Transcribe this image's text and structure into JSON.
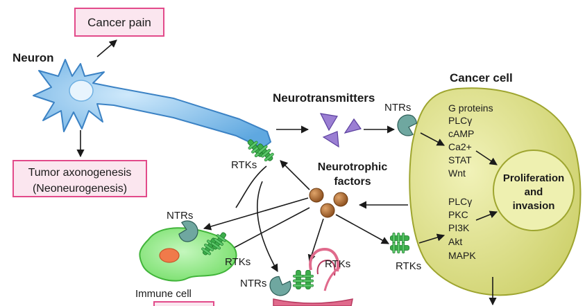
{
  "boxes": {
    "cancer_pain": "Cancer pain",
    "axonogenesis_line1": "Tumor axonogenesis",
    "axonogenesis_line2": "(Neoneurogenesis)"
  },
  "labels": {
    "neuron": "Neuron",
    "cancer_cell": "Cancer cell",
    "neurotransmitters": "Neurotransmitters",
    "neurotrophic_line1": "Neurotrophic",
    "neurotrophic_line2": "factors",
    "ntrs_cancer": "NTRs",
    "rtks_neuron": "RTKs",
    "ntrs_immune": "NTRs",
    "rtks_immune": "RTKs",
    "immune_cell": "Immune cell",
    "ntrs_vessel": "NTRs",
    "rtks_vessel": "RTKs",
    "rtks_cancer": "RTKs"
  },
  "signaling_upper": [
    "G proteins",
    "PLCγ",
    "cAMP",
    "Ca2+",
    "STAT",
    "Wnt"
  ],
  "signaling_lower": [
    "PLCγ",
    "PKC",
    "PI3K",
    "Akt",
    "MAPK"
  ],
  "outcome": [
    "Proliferation",
    "and",
    "invasion"
  ],
  "colors": {
    "box_fill": "#fbe6ef",
    "box_border": "#e24a8a",
    "cancer_cell": "#e6e89a",
    "neuron": "#8fc7f0",
    "immune_cell": "#92ec8a",
    "receptor_green": "#3cae4b",
    "ntr_teal": "#6fa7a0",
    "neurotransmitter": "#9b7fd3",
    "neurotrophic_factor": "#a8642c",
    "vessel": "#e06a8c"
  }
}
